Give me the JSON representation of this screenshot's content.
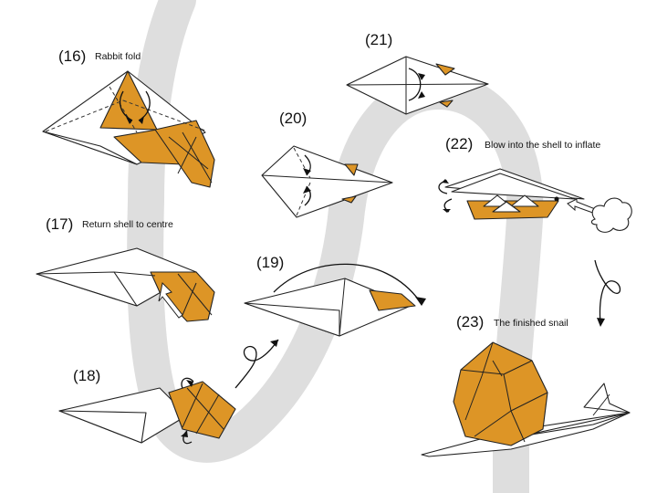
{
  "colors": {
    "paper": "#ffffff",
    "shell": "#dd9526",
    "path_background": "#dedede",
    "outline": "#222222"
  },
  "steps": [
    {
      "number": "(16)",
      "caption": "Rabbit fold"
    },
    {
      "number": "(17)",
      "caption": "Return shell to centre"
    },
    {
      "number": "(18)",
      "caption": ""
    },
    {
      "number": "(19)",
      "caption": ""
    },
    {
      "number": "(20)",
      "caption": ""
    },
    {
      "number": "(21)",
      "caption": ""
    },
    {
      "number": "(22)",
      "caption": "Blow into the shell to inflate"
    },
    {
      "number": "(23)",
      "caption": "The finished snail"
    }
  ],
  "icons": [
    "fold-arrow-icon",
    "turn-over-icon",
    "blow-cloud-icon",
    "push-arrow-icon"
  ]
}
